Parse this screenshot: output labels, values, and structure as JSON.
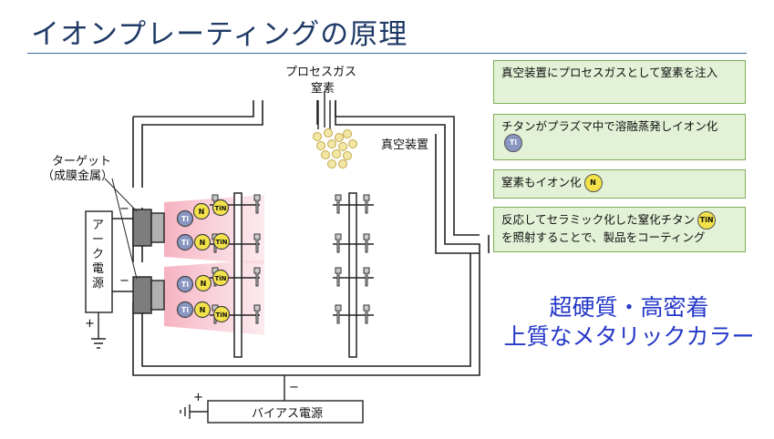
{
  "title": "イオンプレーティングの原理",
  "labels": {
    "process_gas": "プロセスガス",
    "nitrogen": "窒素",
    "vacuum": "真空装置",
    "target": "ターゲット",
    "target_sub": "（成膜金属）",
    "arc_power": "アーク電源",
    "bias_power": "バイアス電源",
    "minus": "−",
    "plus": "+"
  },
  "ions": {
    "ti": "Ti",
    "n": "N",
    "tin": "TiN"
  },
  "notes": [
    {
      "text": "真空装置にプロセスガスとして窒素を注入"
    },
    {
      "text": "チタンがプラズマ中で溶融蒸発しイオン化",
      "badge": "Ti"
    },
    {
      "text": "窒素もイオン化",
      "badge": "N"
    },
    {
      "text": "反応してセラミック化した窒化チタン",
      "badge": "TiN",
      "text2": "を照射することで、製品をコーティング"
    }
  ],
  "slogan": {
    "line1": "超硬質・高密着",
    "line2": "上質なメタリックカラー"
  },
  "colors": {
    "title": "#1f3a66",
    "slogan": "#2437c8",
    "note_bg": "#e3f1d6",
    "note_border": "#7fae55",
    "plasma": "#f7c4cf"
  }
}
